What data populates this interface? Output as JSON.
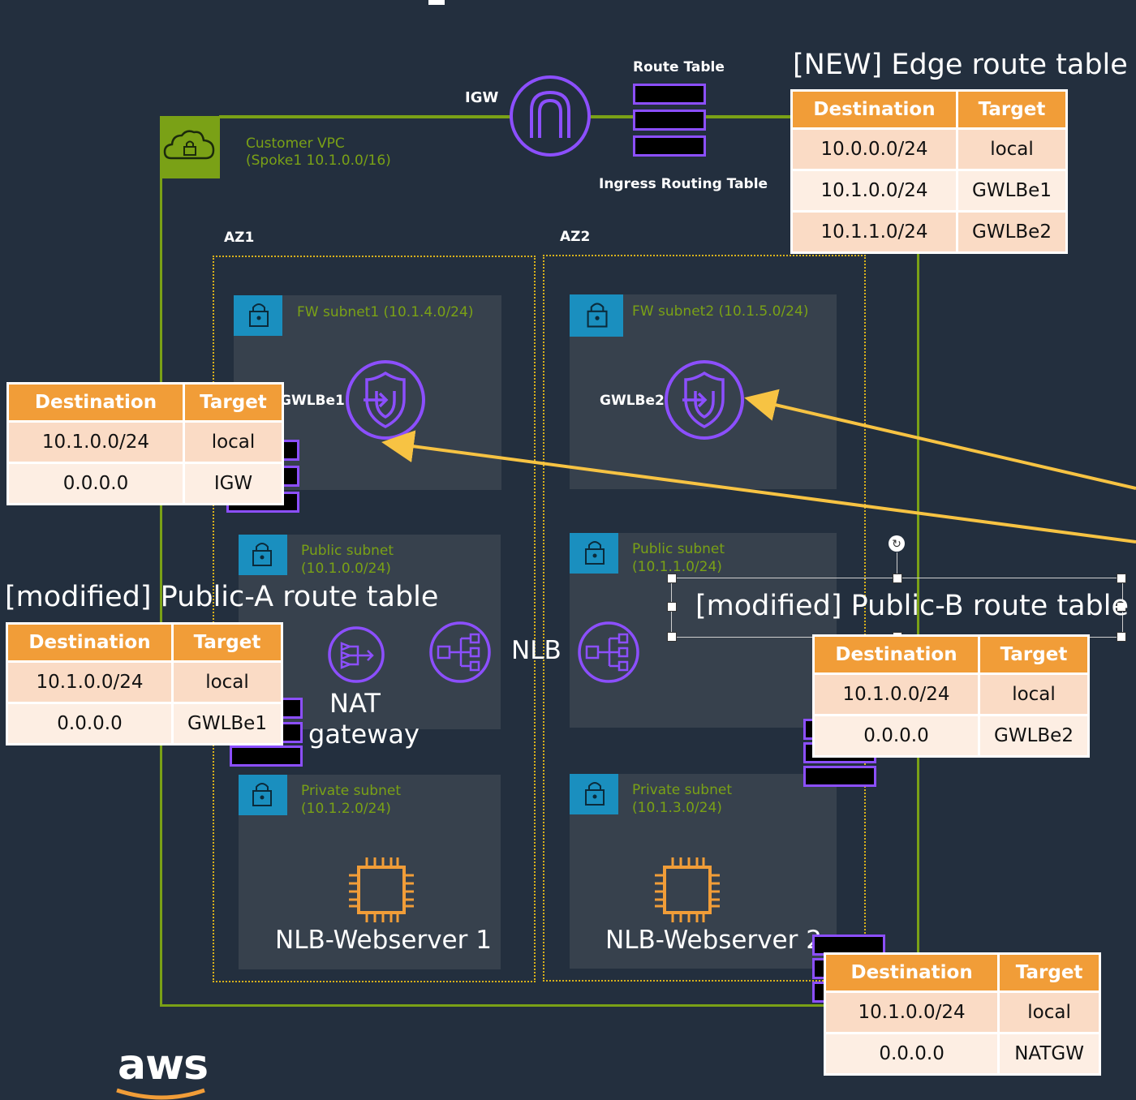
{
  "igw": {
    "label": "IGW"
  },
  "route_table_label": "Route Table",
  "ingress_label": "Ingress Routing Table",
  "vpc": {
    "line1": "Customer VPC",
    "line2": "(Spoke1 10.1.0.0/16)"
  },
  "az1": "AZ1",
  "az2": "AZ2",
  "subnets": {
    "fw1": {
      "label": "FW subnet1 (10.1.4.0/24)",
      "endpoint": "GWLBe1"
    },
    "fw2": {
      "label": "FW  subnet2 (10.1.5.0/24)",
      "endpoint": "GWLBe2"
    },
    "pub1": {
      "line1": "Public subnet",
      "line2": "(10.1.0.0/24)"
    },
    "pub2": {
      "line1": "Public  subnet",
      "line2": "(10.1.1.0/24)"
    },
    "priv1": {
      "line1": "Private subnet",
      "line2": "(10.1.2.0/24)",
      "server": "NLB-Webserver 1"
    },
    "priv2": {
      "line1": "Private  subnet",
      "line2": "(10.1.3.0/24)",
      "server": "NLB-Webserver 2"
    }
  },
  "nat": {
    "line1": "NAT",
    "line2": "gateway"
  },
  "nlb": "NLB",
  "colors": {
    "vpc_green": "#7aa116",
    "purple": "#8c4fff",
    "orange_header": "#f19d38",
    "arrow": "#f7c343",
    "background": "#232f3e"
  },
  "tables": {
    "edge": {
      "title": "[NEW] Edge route table",
      "headers": [
        "Destination",
        "Target"
      ],
      "rows": [
        [
          "10.0.0.0/24",
          "local"
        ],
        [
          "10.1.0.0/24",
          "GWLBe1"
        ],
        [
          "10.1.1.0/24",
          "GWLBe2"
        ]
      ]
    },
    "fw": {
      "headers": [
        "Destination",
        "Target"
      ],
      "rows": [
        [
          "10.1.0.0/24",
          "local"
        ],
        [
          "0.0.0.0",
          "IGW"
        ]
      ]
    },
    "public_a": {
      "title": "[modified] Public-A route table",
      "headers": [
        "Destination",
        "Target"
      ],
      "rows": [
        [
          "10.1.0.0/24",
          "local"
        ],
        [
          "0.0.0.0",
          "GWLBe1"
        ]
      ]
    },
    "public_b": {
      "title": "[modified] Public-B route table",
      "headers": [
        "Destination",
        "Target"
      ],
      "rows": [
        [
          "10.1.0.0/24",
          "local"
        ],
        [
          "0.0.0.0",
          "GWLBe2"
        ]
      ]
    },
    "private": {
      "headers": [
        "Destination",
        "Target"
      ],
      "rows": [
        [
          "10.1.0.0/24",
          "local"
        ],
        [
          "0.0.0.0",
          "NATGW"
        ]
      ]
    }
  },
  "logo": "aws"
}
